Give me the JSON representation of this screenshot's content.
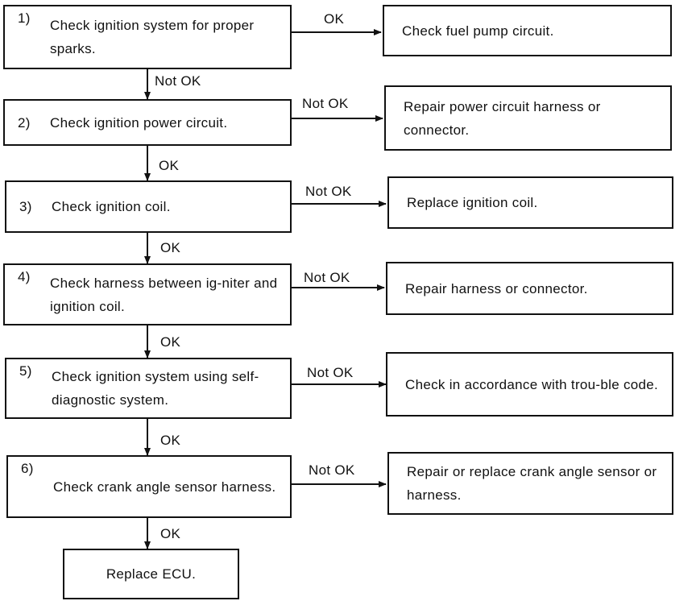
{
  "steps": [
    {
      "number": "1)",
      "text": "Check ignition system for proper sparks.",
      "branch_label": "OK",
      "branch_result": "Check fuel pump circuit.",
      "next_label": "Not OK"
    },
    {
      "number": "2)",
      "text": "Check ignition power circuit.",
      "branch_label": "Not OK",
      "branch_result": "Repair power circuit harness or connector.",
      "next_label": "OK"
    },
    {
      "number": "3)",
      "text": "Check ignition coil.",
      "branch_label": "Not OK",
      "branch_result": "Replace ignition coil.",
      "next_label": "OK"
    },
    {
      "number": "4)",
      "text": "Check harness between ig-niter and ignition coil.",
      "branch_label": "Not OK",
      "branch_result": "Repair harness or connector.",
      "next_label": "OK"
    },
    {
      "number": "5)",
      "text": "Check ignition system using self-diagnostic system.",
      "branch_label": "Not OK",
      "branch_result": "Check in accordance with trou-ble code.",
      "next_label": "OK"
    },
    {
      "number": "6)",
      "text": "Check crank angle sensor harness.",
      "branch_label": "Not OK",
      "branch_result": "Repair or replace crank angle sensor or harness.",
      "next_label": "OK"
    }
  ],
  "final": {
    "text": "Replace ECU."
  }
}
